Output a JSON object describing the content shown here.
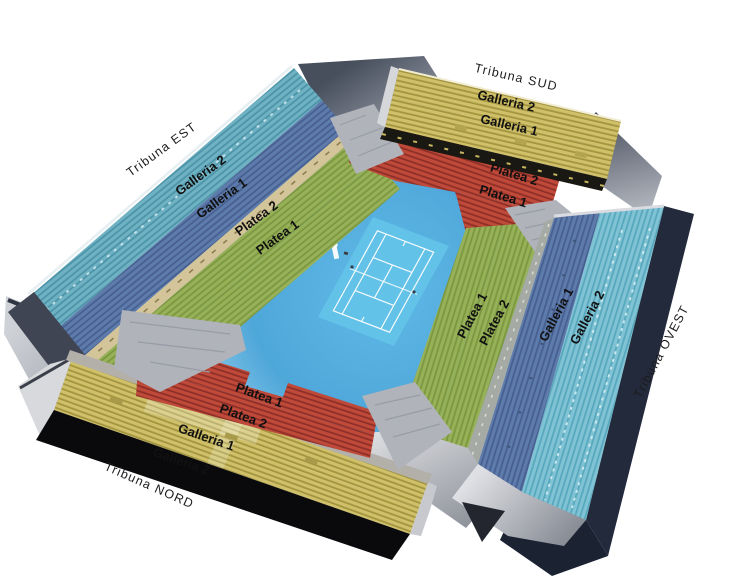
{
  "tribunes": {
    "sud": {
      "label": "Tribuna SUD"
    },
    "est": {
      "label": "Tribuna EST"
    },
    "ovest": {
      "label": "Tribuna OVEST"
    },
    "nord": {
      "label": "Tribuna NORD"
    }
  },
  "sections": {
    "galleria1": "Galleria 1",
    "galleria2": "Galleria 2",
    "platea1": "Platea 1",
    "platea2": "Platea 2"
  },
  "colors": {
    "yellow": "#cfc069",
    "yellow_stripe": "#a3943f",
    "red": "#c04a3a",
    "red_stripe": "#8f2f27",
    "green": "#97b158",
    "green_stripe": "#7b973f",
    "teal": "#6fb2c3",
    "teal_stripe": "#4d94a9",
    "teal_light": "#80c3d5",
    "teal_light_stripe": "#58a8bd",
    "blue": "#5e7cab",
    "blue_stripe": "#475f91",
    "court": "#62c2e8",
    "court_line": "#ffffff",
    "floor": "#4ea7d9",
    "navy": "#222a3c"
  }
}
